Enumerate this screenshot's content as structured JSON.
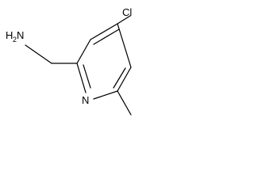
{
  "molecule": {
    "atoms": {
      "chlorine": "Cl",
      "nitrogen": "N",
      "amine_h": "H",
      "amine_subscript": "2",
      "amine_n": "N"
    }
  }
}
